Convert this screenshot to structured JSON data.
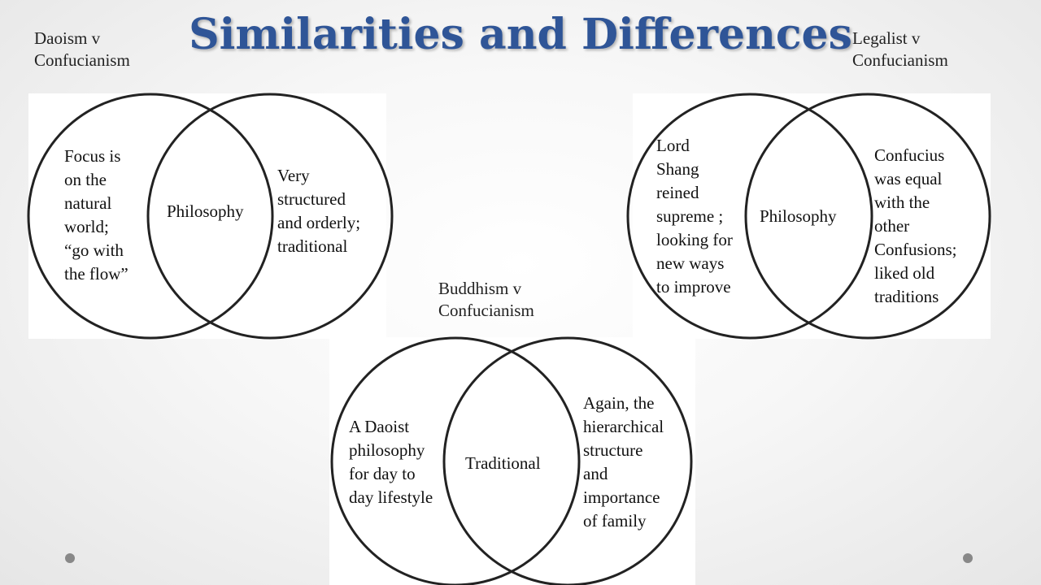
{
  "title": "Similarities and Differences",
  "diagrams": [
    {
      "caption": "Daoism v\nConfucianism",
      "left_text": "Focus is\non the\nnatural\nworld;\n“go with\nthe flow”",
      "overlap_text": "Philosophy",
      "right_text": "Very\nstructured\nand orderly;\ntraditional"
    },
    {
      "caption": "Legalist v\nConfucianism",
      "left_text": "Lord\nShang\nreined\nsupreme ;\nlooking for\nnew ways\nto improve",
      "overlap_text": "Philosophy",
      "right_text": "Confucius\nwas equal\nwith the\nother\nConfusions;\nliked old\ntraditions"
    },
    {
      "caption": "Buddhism v\nConfucianism",
      "left_text": "A Daoist\nphilosophy\nfor day to\nday lifestyle",
      "overlap_text": "Traditional",
      "right_text": "Again, the\nhierarchical\nstructure\nand\nimportance\nof family"
    }
  ]
}
